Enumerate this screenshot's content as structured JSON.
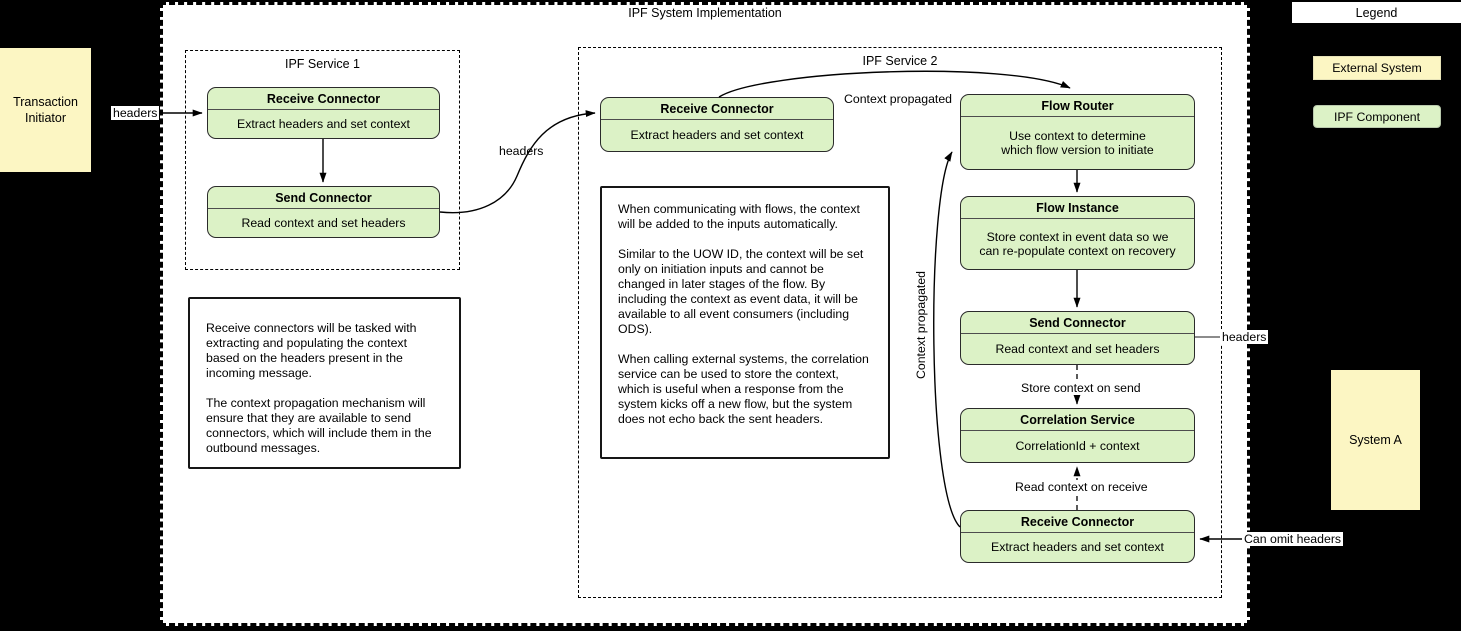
{
  "colors": {
    "background": "#000000",
    "canvas": "#ffffff",
    "node_fill": "#dcf2c6",
    "node_border": "#2b2b2b",
    "external_fill": "#fcf6c3",
    "label_bg": "#ffffff"
  },
  "outer": {
    "title": "IPF System Implementation"
  },
  "legend": {
    "title": "Legend",
    "external_system": "External System",
    "ipf_component": "IPF Component"
  },
  "external_systems": {
    "transaction_initiator": [
      "Transaction",
      "Initiator"
    ],
    "system_a": "System A"
  },
  "service1": {
    "title": "IPF Service 1",
    "receive_connector": {
      "title": "Receive Connector",
      "body": "Extract headers and set context"
    },
    "send_connector": {
      "title": "Send Connector",
      "body": "Read context and set headers"
    }
  },
  "service2": {
    "title": "IPF Service 2",
    "receive_connector": {
      "title": "Receive Connector",
      "body": "Extract headers and set context"
    },
    "flow_router": {
      "title": "Flow Router",
      "body": [
        "Use context to determine",
        "which flow version to initiate"
      ]
    },
    "flow_instance": {
      "title": "Flow Instance",
      "body": [
        "Store context in event data so we",
        "can re-populate context on recovery"
      ]
    },
    "send_connector": {
      "title": "Send Connector",
      "body": "Read context and set headers"
    },
    "correlation_service": {
      "title": "Correlation Service",
      "body": "CorrelationId + context"
    },
    "receive_connector_2": {
      "title": "Receive Connector",
      "body": "Extract headers and set context"
    }
  },
  "notes": {
    "left": {
      "p1": "Receive connectors will be tasked with extracting and populating the context based on the headers present in the incoming message.",
      "p2": "The context propagation mechanism will ensure that they are available to send connectors, which will include them in the outbound messages."
    },
    "middle": {
      "p1": "When communicating with flows, the context will be added to the inputs automatically.",
      "p2": "Similar to the UOW ID, the context will be set only on initiation inputs and cannot be changed in later stages of the flow. By including the context as event data, it will be available to all event consumers (including ODS).",
      "p3": "When calling external systems, the correlation service can be used to store the context, which is useful when a response from the system kicks off a new flow, but the system does not echo back the sent headers."
    }
  },
  "labels": {
    "headers_in": "headers",
    "headers_mid": "headers",
    "headers_out": "headers",
    "context_propagated_top": "Context propagated",
    "context_propagated_side": "Context propagated",
    "store_context_on_send": "Store context on send",
    "read_context_on_receive": "Read context on receive",
    "can_omit_headers": "Can omit headers"
  }
}
